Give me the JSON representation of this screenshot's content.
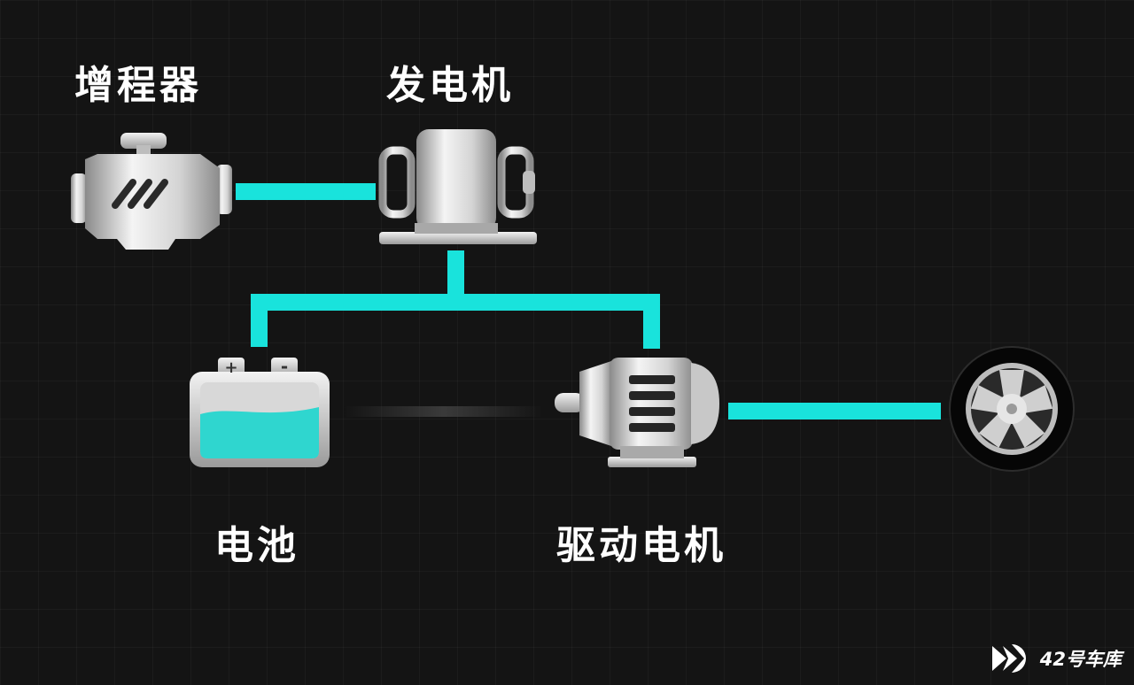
{
  "labels": {
    "range_extender": "增程器",
    "generator": "发电机",
    "battery": "电池",
    "drive_motor": "驱动电机"
  },
  "battery_terminals": {
    "positive": "+",
    "negative": "-"
  },
  "watermark": {
    "text": "42号车库"
  },
  "colors": {
    "background": "#141414",
    "connector": "#19e3dc",
    "battery_fluid": "#2fd6cf",
    "component_metal": "#dcdcdc"
  },
  "icons": [
    "engine-icon",
    "generator-icon",
    "battery-icon",
    "motor-icon",
    "wheel-icon",
    "brand-logo-icon"
  ]
}
